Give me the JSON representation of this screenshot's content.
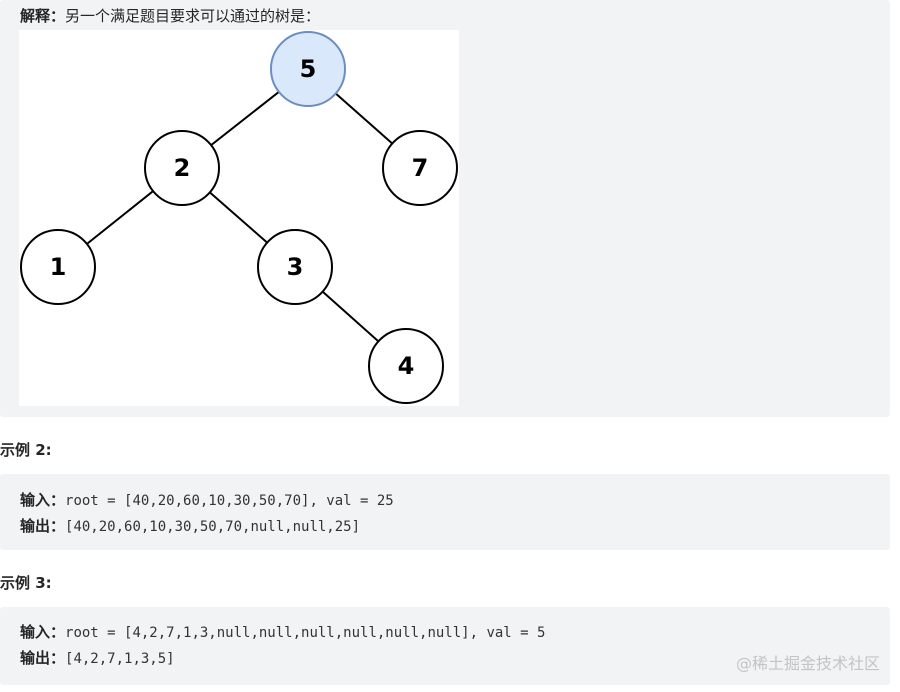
{
  "explanation": {
    "label": "解释：",
    "text": "另一个满足题目要求可以通过的树是："
  },
  "tree": {
    "nodes": [
      {
        "id": "n5",
        "value": "5",
        "highlight": true
      },
      {
        "id": "n2",
        "value": "2",
        "highlight": false
      },
      {
        "id": "n7",
        "value": "7",
        "highlight": false
      },
      {
        "id": "n1",
        "value": "1",
        "highlight": false
      },
      {
        "id": "n3",
        "value": "3",
        "highlight": false
      },
      {
        "id": "n4",
        "value": "4",
        "highlight": false
      }
    ],
    "edges": [
      [
        "n5",
        "n2"
      ],
      [
        "n5",
        "n7"
      ],
      [
        "n2",
        "n1"
      ],
      [
        "n2",
        "n3"
      ],
      [
        "n3",
        "n4"
      ]
    ],
    "colors": {
      "highlight_fill": "#dae8fc",
      "highlight_stroke": "#6c8ebf",
      "node_fill": "#ffffff",
      "node_stroke": "#000000"
    }
  },
  "example2": {
    "heading": "示例 2:",
    "input_label": "输入：",
    "input_value": "root = [40,20,60,10,30,50,70], val = 25",
    "output_label": "输出：",
    "output_value": "[40,20,60,10,30,50,70,null,null,25]"
  },
  "example3": {
    "heading": "示例 3:",
    "input_label": "输入：",
    "input_value": "root = [4,2,7,1,3,null,null,null,null,null,null], val = 5",
    "output_label": "输出：",
    "output_value": "[4,2,7,1,3,5]"
  },
  "watermark": "@稀土掘金技术社区"
}
